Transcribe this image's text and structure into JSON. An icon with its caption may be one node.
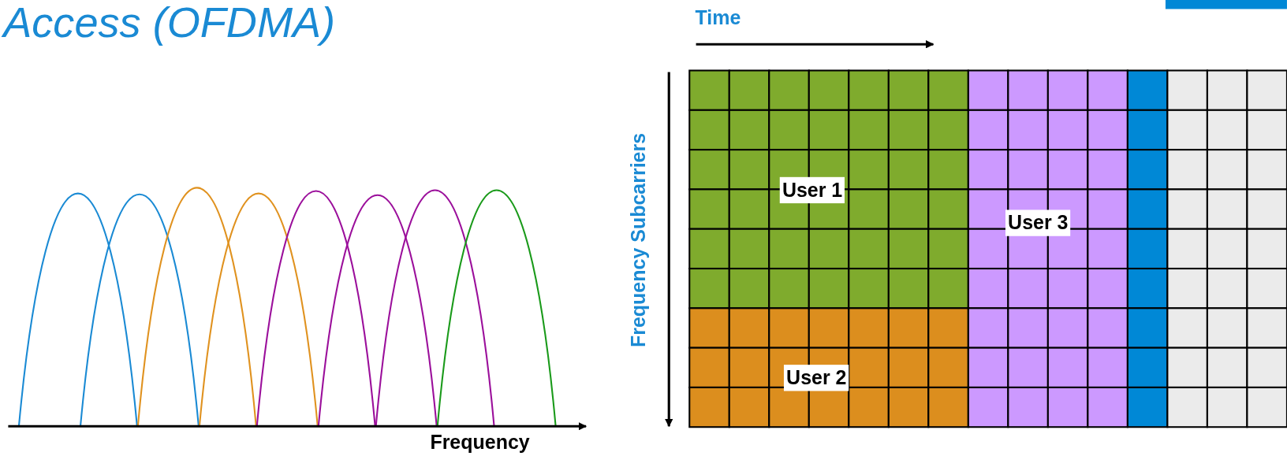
{
  "diagram": {
    "title": "Access (OFDMA)",
    "labels": [
      "Time",
      "Frequency Subcarriers",
      "User 1",
      "User 3",
      "User 2",
      "Frequency"
    ]
  }
}
